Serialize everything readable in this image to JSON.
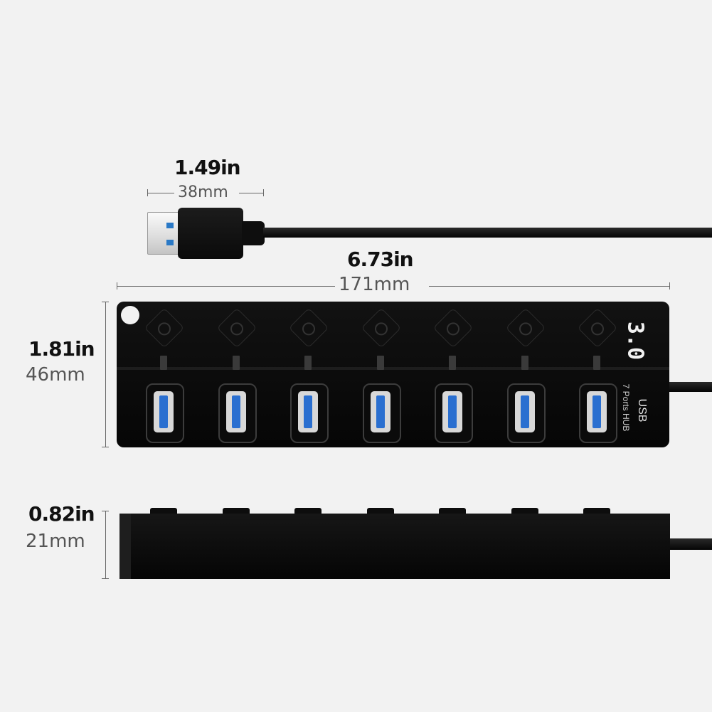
{
  "plug_length": {
    "inches": "1.49in",
    "mm": "38mm"
  },
  "hub_length": {
    "inches": "6.73in",
    "mm": "171mm"
  },
  "hub_width": {
    "inches": "1.81in",
    "mm": "46mm"
  },
  "hub_height": {
    "inches": "0.82in",
    "mm": "21mm"
  },
  "product_label": {
    "version": "3.0",
    "type": "USB",
    "description": "7 Ports HUB"
  },
  "port_count": 7,
  "colors": {
    "background": "#f2f2f2",
    "body": "#0a0a0a",
    "port_accent": "#2a6fd0"
  },
  "icons": {
    "switch": "power-icon",
    "port": "usb-port-icon"
  }
}
